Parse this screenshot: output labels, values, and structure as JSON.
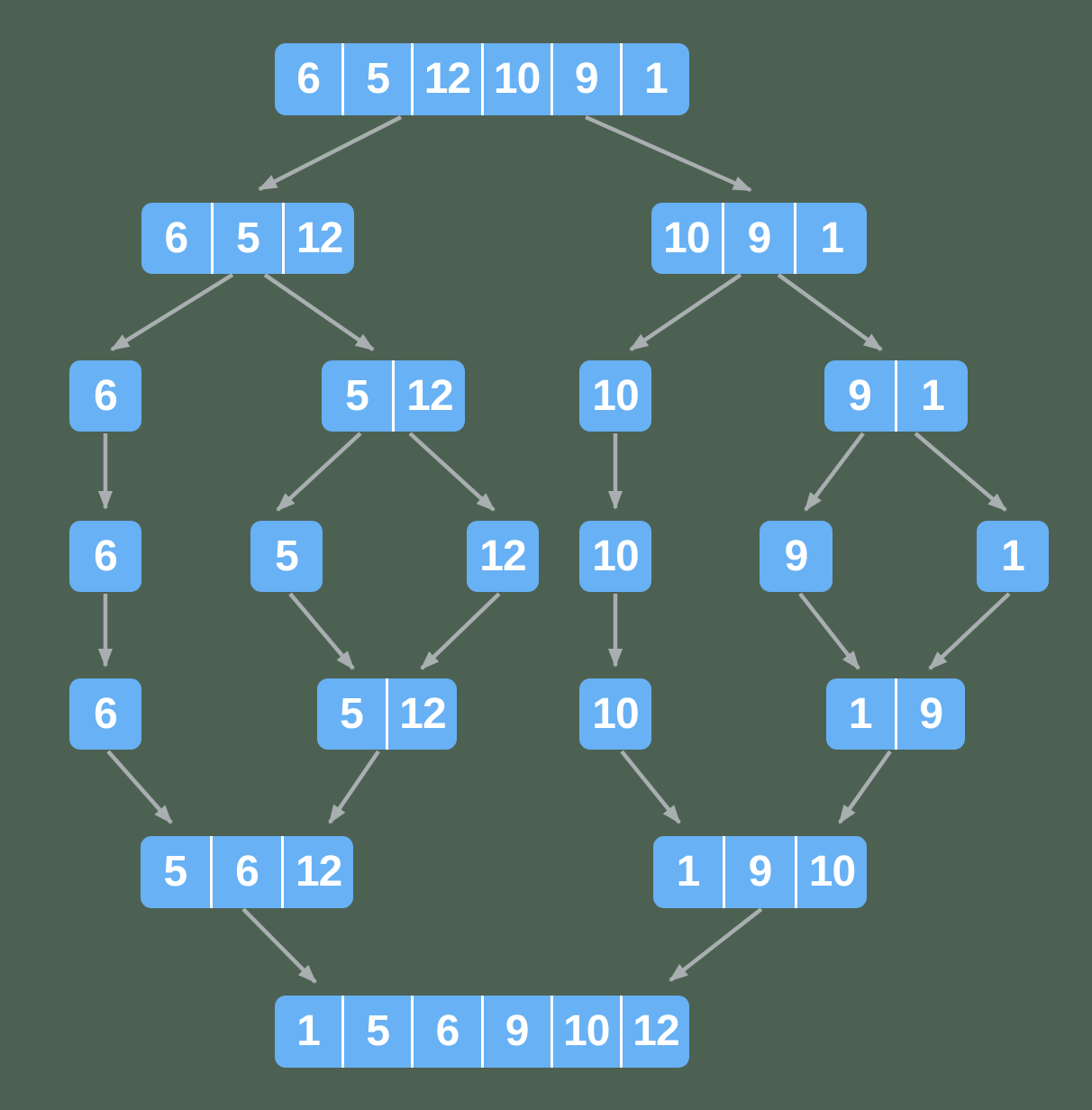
{
  "colors": {
    "background": "#4d6153",
    "node": "#68b1f4",
    "node_text": "#ffffff",
    "divider": "#ffffff",
    "arrow": "#a9aeb0"
  },
  "nodes": {
    "root": [
      "6",
      "5",
      "12",
      "10",
      "9",
      "1"
    ],
    "split_left": [
      "6",
      "5",
      "12"
    ],
    "split_right": [
      "10",
      "9",
      "1"
    ],
    "split_6": [
      "6"
    ],
    "split_5_12": [
      "5",
      "12"
    ],
    "split_10": [
      "10"
    ],
    "split_9_1": [
      "9",
      "1"
    ],
    "leaf_6": [
      "6"
    ],
    "leaf_5": [
      "5"
    ],
    "leaf_12": [
      "12"
    ],
    "leaf_10": [
      "10"
    ],
    "leaf_9": [
      "9"
    ],
    "leaf_1": [
      "1"
    ],
    "merge_6": [
      "6"
    ],
    "merge_5_12": [
      "5",
      "12"
    ],
    "merge_10": [
      "10"
    ],
    "merge_1_9": [
      "1",
      "9"
    ],
    "merge_5_6_12": [
      "5",
      "6",
      "12"
    ],
    "merge_1_9_10": [
      "1",
      "9",
      "10"
    ],
    "sorted": [
      "1",
      "5",
      "6",
      "9",
      "10",
      "12"
    ]
  }
}
